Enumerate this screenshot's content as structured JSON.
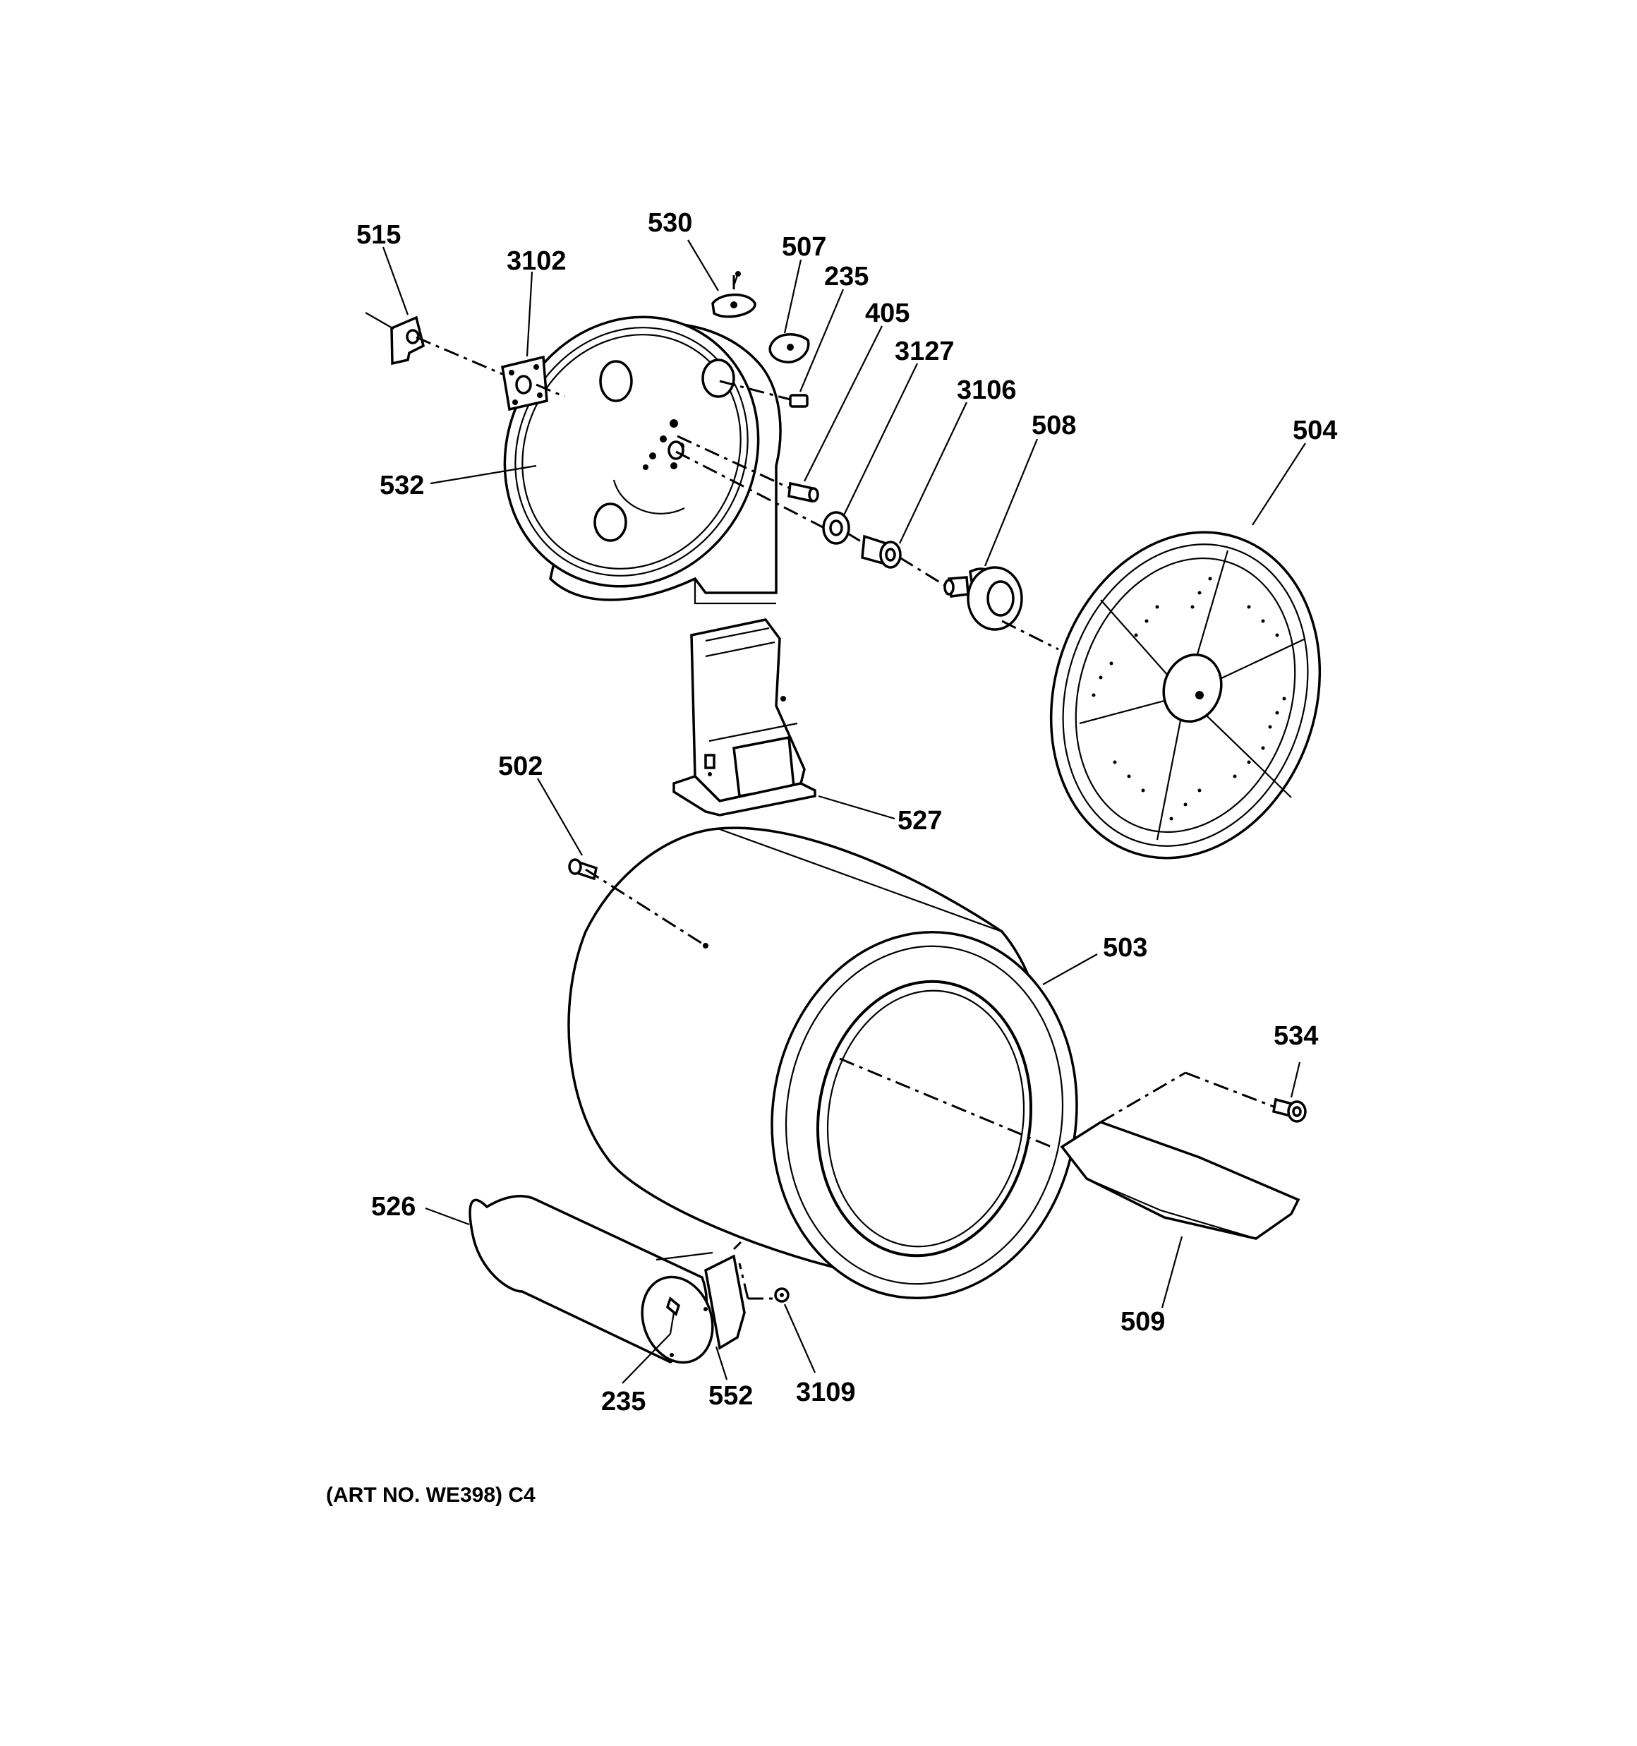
{
  "diagram": {
    "callouts": {
      "c515": "515",
      "c3102": "3102",
      "c530": "530",
      "c507": "507",
      "c235a": "235",
      "c405": "405",
      "c3127": "3127",
      "c3106": "3106",
      "c508": "508",
      "c504": "504",
      "c532": "532",
      "c502": "502",
      "c527": "527",
      "c503": "503",
      "c534": "534",
      "c526": "526",
      "c509": "509",
      "c235b": "235",
      "c552": "552",
      "c3109": "3109"
    },
    "caption": "(ART NO. WE398) C4"
  }
}
